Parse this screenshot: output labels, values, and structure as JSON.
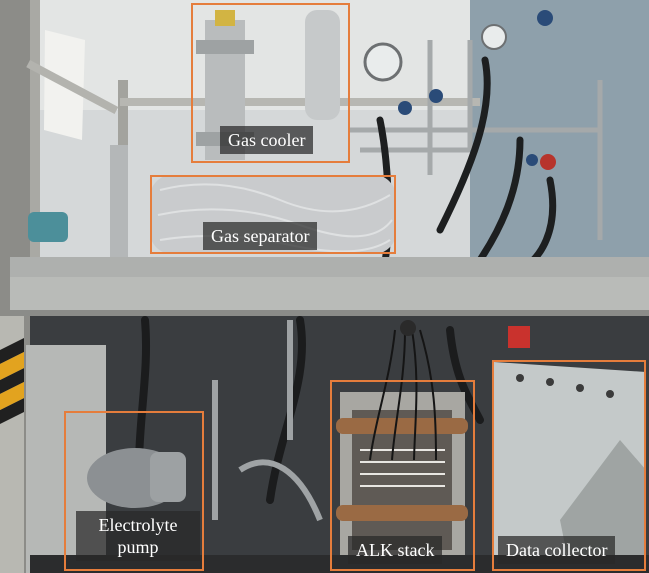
{
  "photo": {
    "labels": {
      "gas_cooler": "Gas cooler",
      "gas_separator": "Gas separator",
      "electrolyte_pump": "Electrolyte\npump",
      "alk_stack": "ALK stack",
      "data_collector": "Data collector"
    },
    "colors": {
      "annotation_frame": "#e57d3c",
      "label_background": "#3a3a3a",
      "label_text": "#ffffff"
    }
  }
}
